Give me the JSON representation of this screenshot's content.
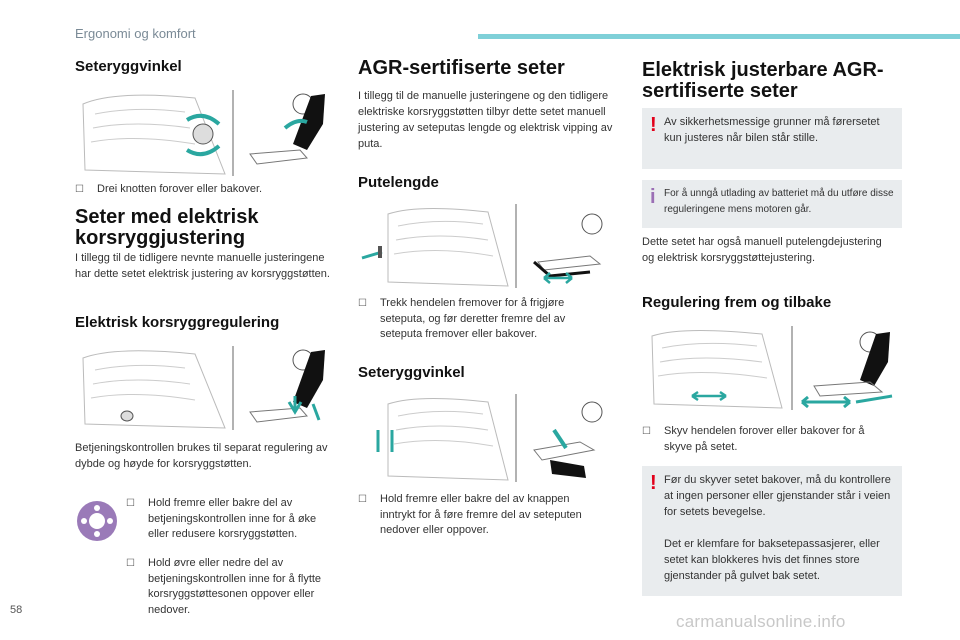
{
  "header": {
    "section": "Ergonomi og komfort"
  },
  "page_number": "58",
  "watermark": "carmanualsonline.info",
  "col1": {
    "h_seteryggvinkel": "Seteryggvinkel",
    "bullet_drei": "Drei knotten forover eller bakover.",
    "h_elektrisk_main": "Seter med elektrisk korsryggjustering",
    "p_tillegg": "I tillegg til de tidligere nevnte manuelle justeringene har dette setet elektrisk justering av korsryggstøtten.",
    "h_korsrygg": "Elektrisk korsryggregulering",
    "p_betjening": "Betjeningskontrollen brukes til separat regulering av dybde og høyde for korsryggstøtten.",
    "bullet_hold1": "Hold fremre eller bakre del av betjeningskontrollen inne for å øke eller redusere korsryggstøtten.",
    "bullet_hold2": "Hold øvre eller nedre del av betjeningskontrollen inne for å flytte korsryggstøttesonen oppover eller nedover."
  },
  "col2": {
    "h_agr": "AGR-sertifiserte seter",
    "p_agr": "I tillegg til de manuelle justeringene og den tidligere elektriske korsryggstøtten tilbyr dette setet manuell justering av seteputas lengde og elektrisk vipping av puta.",
    "h_putelengde": "Putelengde",
    "bullet_trekk": "Trekk hendelen fremover for å frigjøre seteputa, og før deretter fremre del av seteputa fremover eller bakover.",
    "h_seteryggvinkel2": "Seteryggvinkel",
    "bullet_hold": "Hold fremre eller bakre del av knappen inntrykt for å føre fremre del av seteputen nedover eller oppover."
  },
  "col3": {
    "h_elektrisk_agr": "Elektrisk justerbare AGR-sertifiserte seter",
    "warn1": "Av sikkerhetsmessige grunner må førersetet kun justeres når bilen står stille.",
    "info1": "For å unngå utlading av batteriet må du utføre disse reguleringene mens motoren går.",
    "p_dette": "Dette setet har også manuell putelengdejustering og elektrisk korsryggstøttejustering.",
    "h_regulering": "Regulering frem og tilbake",
    "bullet_skyv": "Skyv hendelen forover eller bakover for å skyve på setet.",
    "warn2_line1": "Før du skyver setet bakover, må du kontrollere at ingen personer eller gjenstander står i veien for setets bevegelse.",
    "warn2_line2": "Det er klemfare for baksetepassasjerer, eller setet kan blokkeres hvis det finnes store gjenstander på gulvet bak setet."
  },
  "colors": {
    "accent": "#2aa7a0",
    "warning": "#e2001a",
    "info": "#9b6fb5",
    "box": "#e9ecee"
  },
  "icons": {
    "bullet": "check-box-icon",
    "warning": "exclamation-icon",
    "info": "info-icon"
  }
}
